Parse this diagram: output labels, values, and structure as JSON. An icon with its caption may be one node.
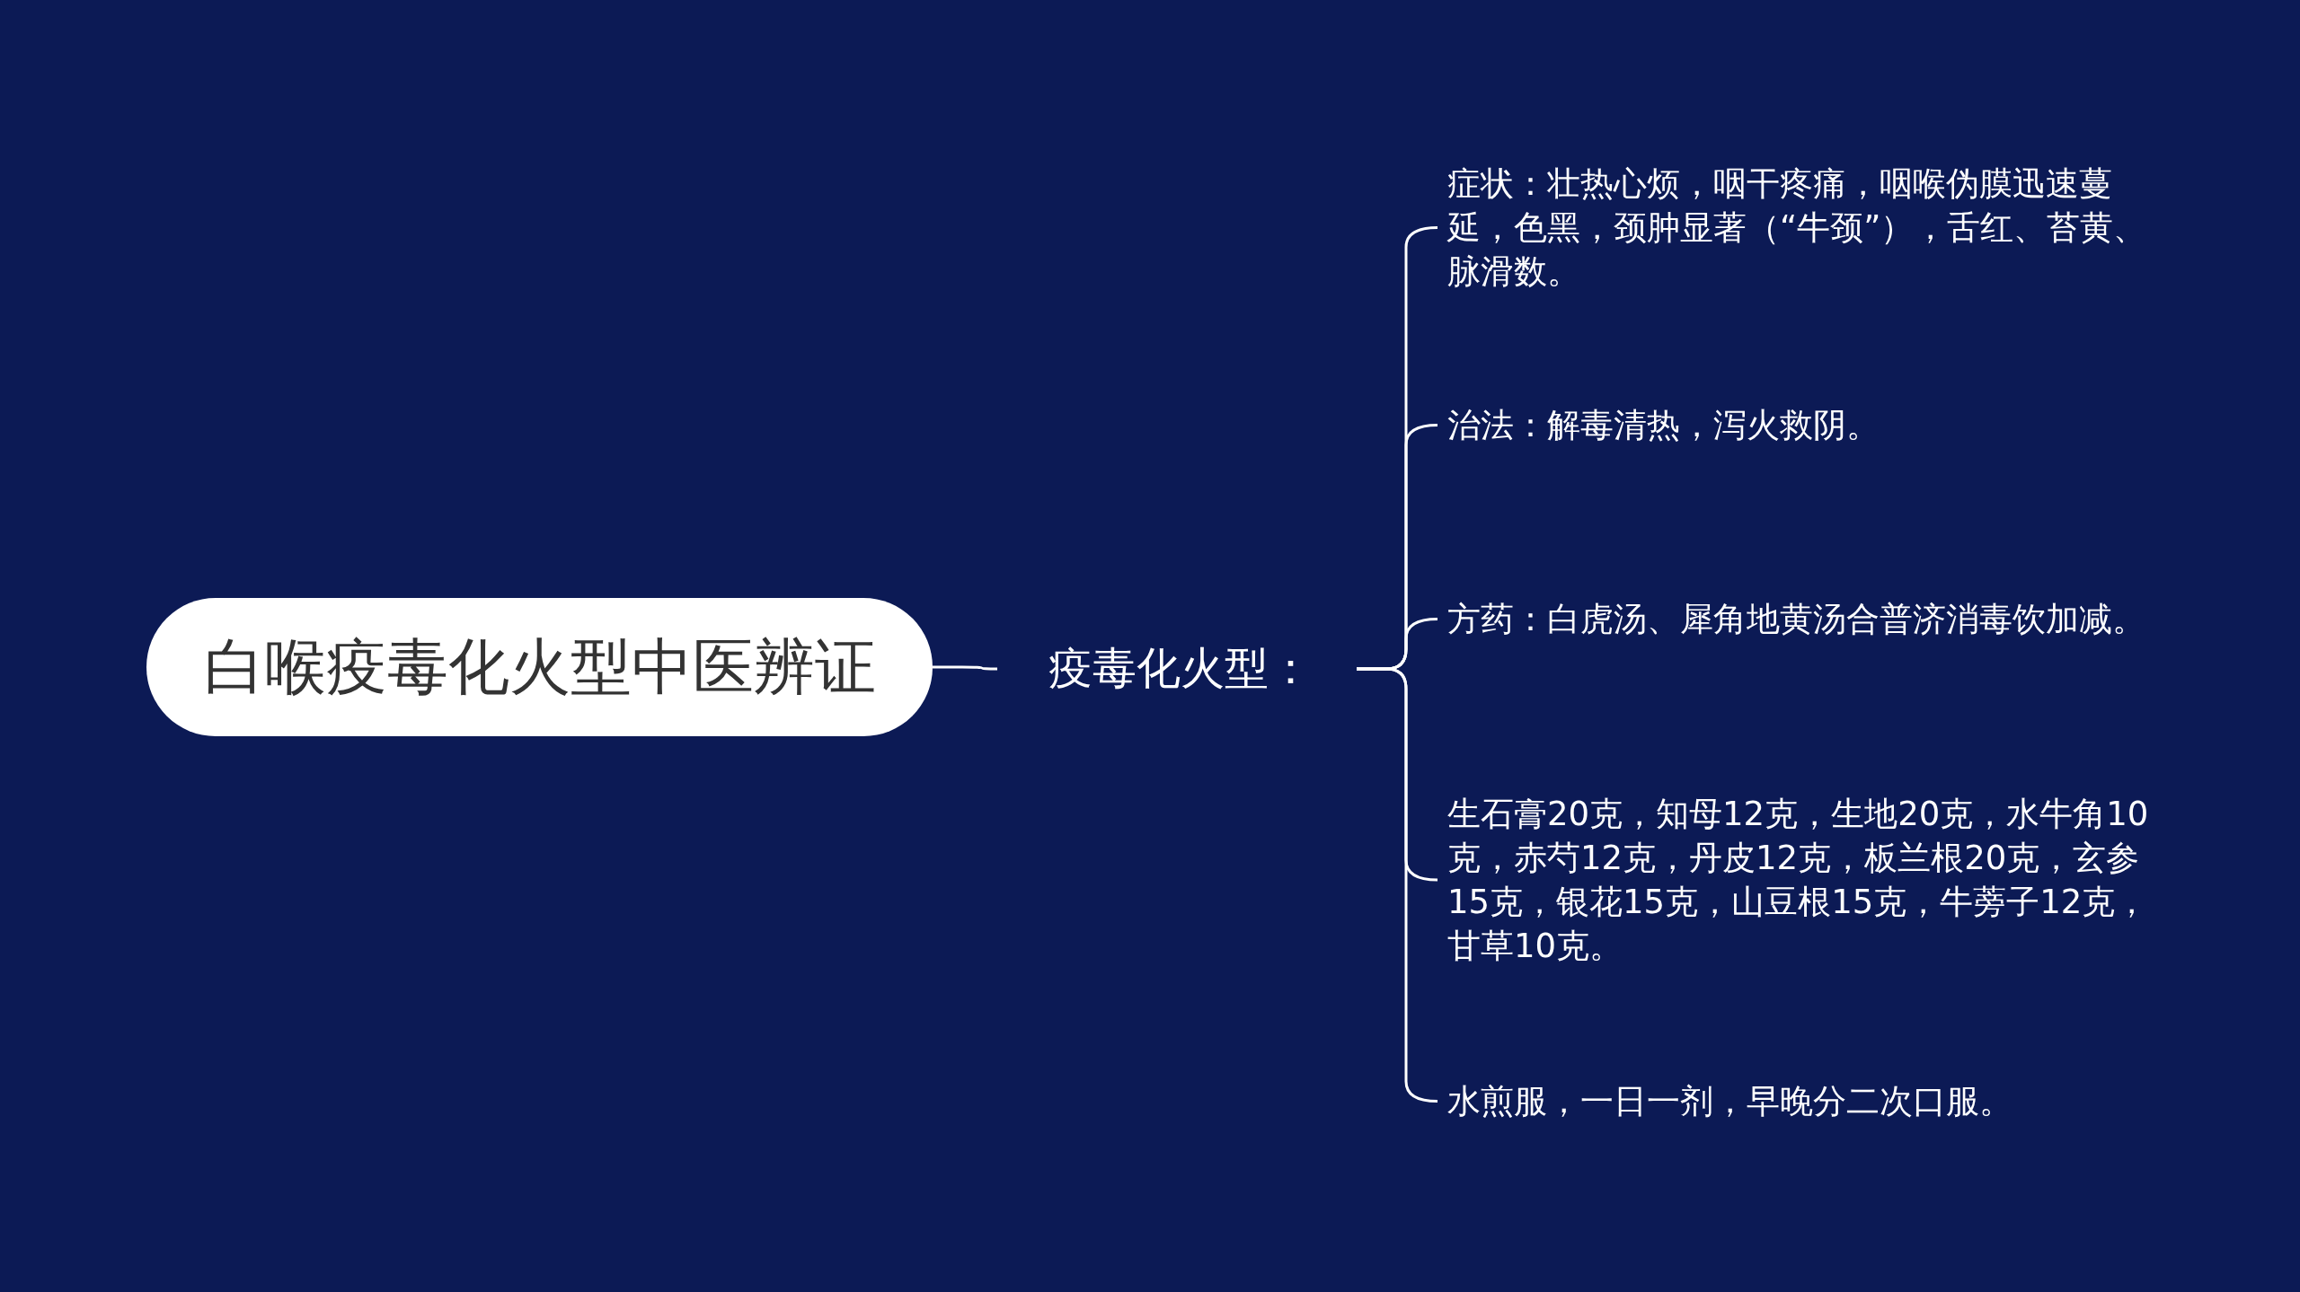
{
  "diagram": {
    "nodes": [
      {
        "text": [
          "白喉疫毒化火型中医辨证"
        ]
      },
      {
        "text": [
          "疫毒化火型："
        ]
      },
      {
        "text": [
          "症状：壮热心烦，咽干疼痛，咽喉伪膜迅速蔓延，色黑，颈肿显著（“牛颈”），舌红、苔黄、脉滑数。"
        ]
      },
      {
        "text": [
          "治法：解毒清热，泻火救阴。"
        ]
      },
      {
        "text": [
          "方药：白虎汤、犀角地黄汤合普济消毒饮加减。"
        ]
      },
      {
        "text": [
          "生石膏20克，知母12克，生地20克，水牛角10克，赤芍12克，丹皮12克，板兰根20克，玄参15克，银花15克，山豆根15克，牛蒡子12克，甘草10克。"
        ]
      },
      {
        "text": [
          "水煎服，一日一剂，早晚分二次口服。"
        ]
      }
    ],
    "edges": [
      {
        "from": 0,
        "to": 1,
        "arrow": "none"
      },
      {
        "from": 1,
        "to": 2,
        "arrow": "none"
      },
      {
        "from": 1,
        "to": 3,
        "arrow": "none"
      },
      {
        "from": 1,
        "to": 4,
        "arrow": "none"
      },
      {
        "from": 1,
        "to": 5,
        "arrow": "none"
      },
      {
        "from": 1,
        "to": 6,
        "arrow": "none"
      }
    ]
  }
}
